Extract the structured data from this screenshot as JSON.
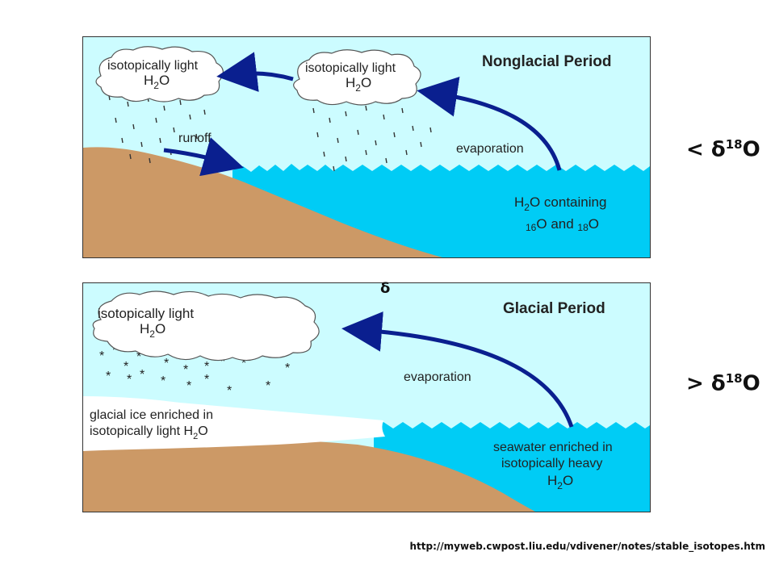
{
  "top_panel": {
    "title": "Nonglacial Period",
    "cloud_left": {
      "line1": "isotopically light",
      "line2_base": "H",
      "line2_sub": "2",
      "line2_end": "O"
    },
    "cloud_right": {
      "line1": "isotopically light",
      "line2_base": "H",
      "line2_sub": "2",
      "line2_end": "O"
    },
    "runoff_label": "runoff",
    "evaporation_label": "evaporation",
    "water_label": {
      "line1_base": "H",
      "line1_sub": "2",
      "line1_end": "O containing",
      "mass_16": "16",
      "iso_16": "O",
      "and": " and ",
      "mass_18": "18",
      "iso_18": "O"
    }
  },
  "bottom_panel": {
    "title": "Glacial Period",
    "cloud": {
      "line1": "isotopically light",
      "line2_base": "H",
      "line2_sub": "2",
      "line2_end": "O"
    },
    "evaporation_label": "evaporation",
    "ice_label": {
      "line1": "glacial ice enriched in",
      "line2": "isotopically light H",
      "line2_sub": "2",
      "line2_end": "O"
    },
    "sea_label": {
      "line1": "seawater enriched in",
      "line2": "isotopically heavy",
      "line3_base": "H",
      "line3_sub": "2",
      "line3_end": "O"
    }
  },
  "side_labels": {
    "top": {
      "prefix": "< δ",
      "mass": "18",
      "element": "O"
    },
    "bottom": {
      "prefix": "> δ",
      "mass": "18",
      "element": "O"
    }
  },
  "delta_mark": "δ",
  "source_url": "http://myweb.cwpost.liu.edu/vdivener/notes/stable_isotopes.htm",
  "colors": {
    "sky": "#ccfcff",
    "sea": "#00ccf5",
    "land": "#cc9966",
    "ice": "#ffffff",
    "arrow": "#0a1f8f",
    "cloud": "#ffffff"
  }
}
